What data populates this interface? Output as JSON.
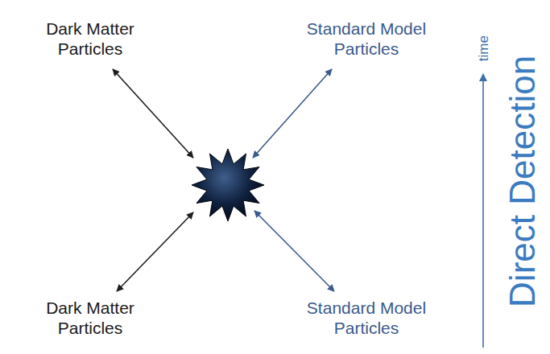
{
  "diagram": {
    "labels": [
      "Dark Matter Particles",
      "Standard Model Particles",
      "Dark Matter Particles",
      "Standard Model Particles",
      "time",
      "Direct Detection"
    ]
  }
}
